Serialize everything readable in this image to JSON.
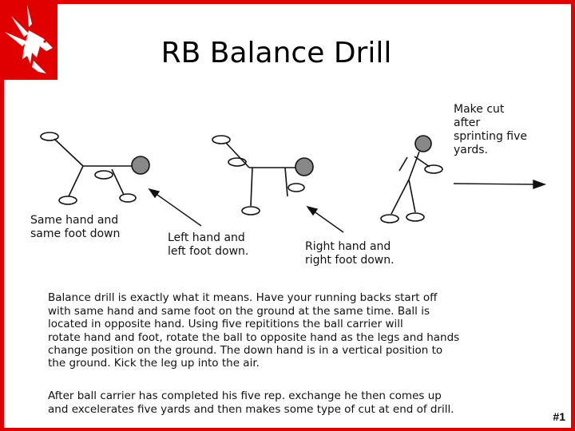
{
  "title": "RB Balance Drill",
  "logo": {
    "icon": "hawk-icon",
    "color": "#e10000"
  },
  "labels": {
    "fig1": "Same hand and\nsame foot down",
    "fig2": "Left hand and\nleft foot down.",
    "fig3": "Right hand and\nright foot down.",
    "fig4": "Make cut\nafter\nsprinting five\nyards."
  },
  "paragraphs": [
    "Balance drill is exactly what it means.  Have your running backs start off\nwith same hand and same foot on the ground at the same time.  Ball is\nlocated in opposite hand.  Using five repititions the ball carrier will\nrotate hand and foot, rotate the ball to opposite hand as the legs and hands\nchange position on the ground.  The down hand is in a vertical position to\nthe ground.  Kick the leg up into the air.",
    "After ball carrier has completed his five rep. exchange he then comes up\nand excelerates five yards and then makes some type of cut at end of drill."
  ],
  "slide_number": "#1",
  "colors": {
    "frame": "#e00000",
    "ball": "#888888"
  }
}
